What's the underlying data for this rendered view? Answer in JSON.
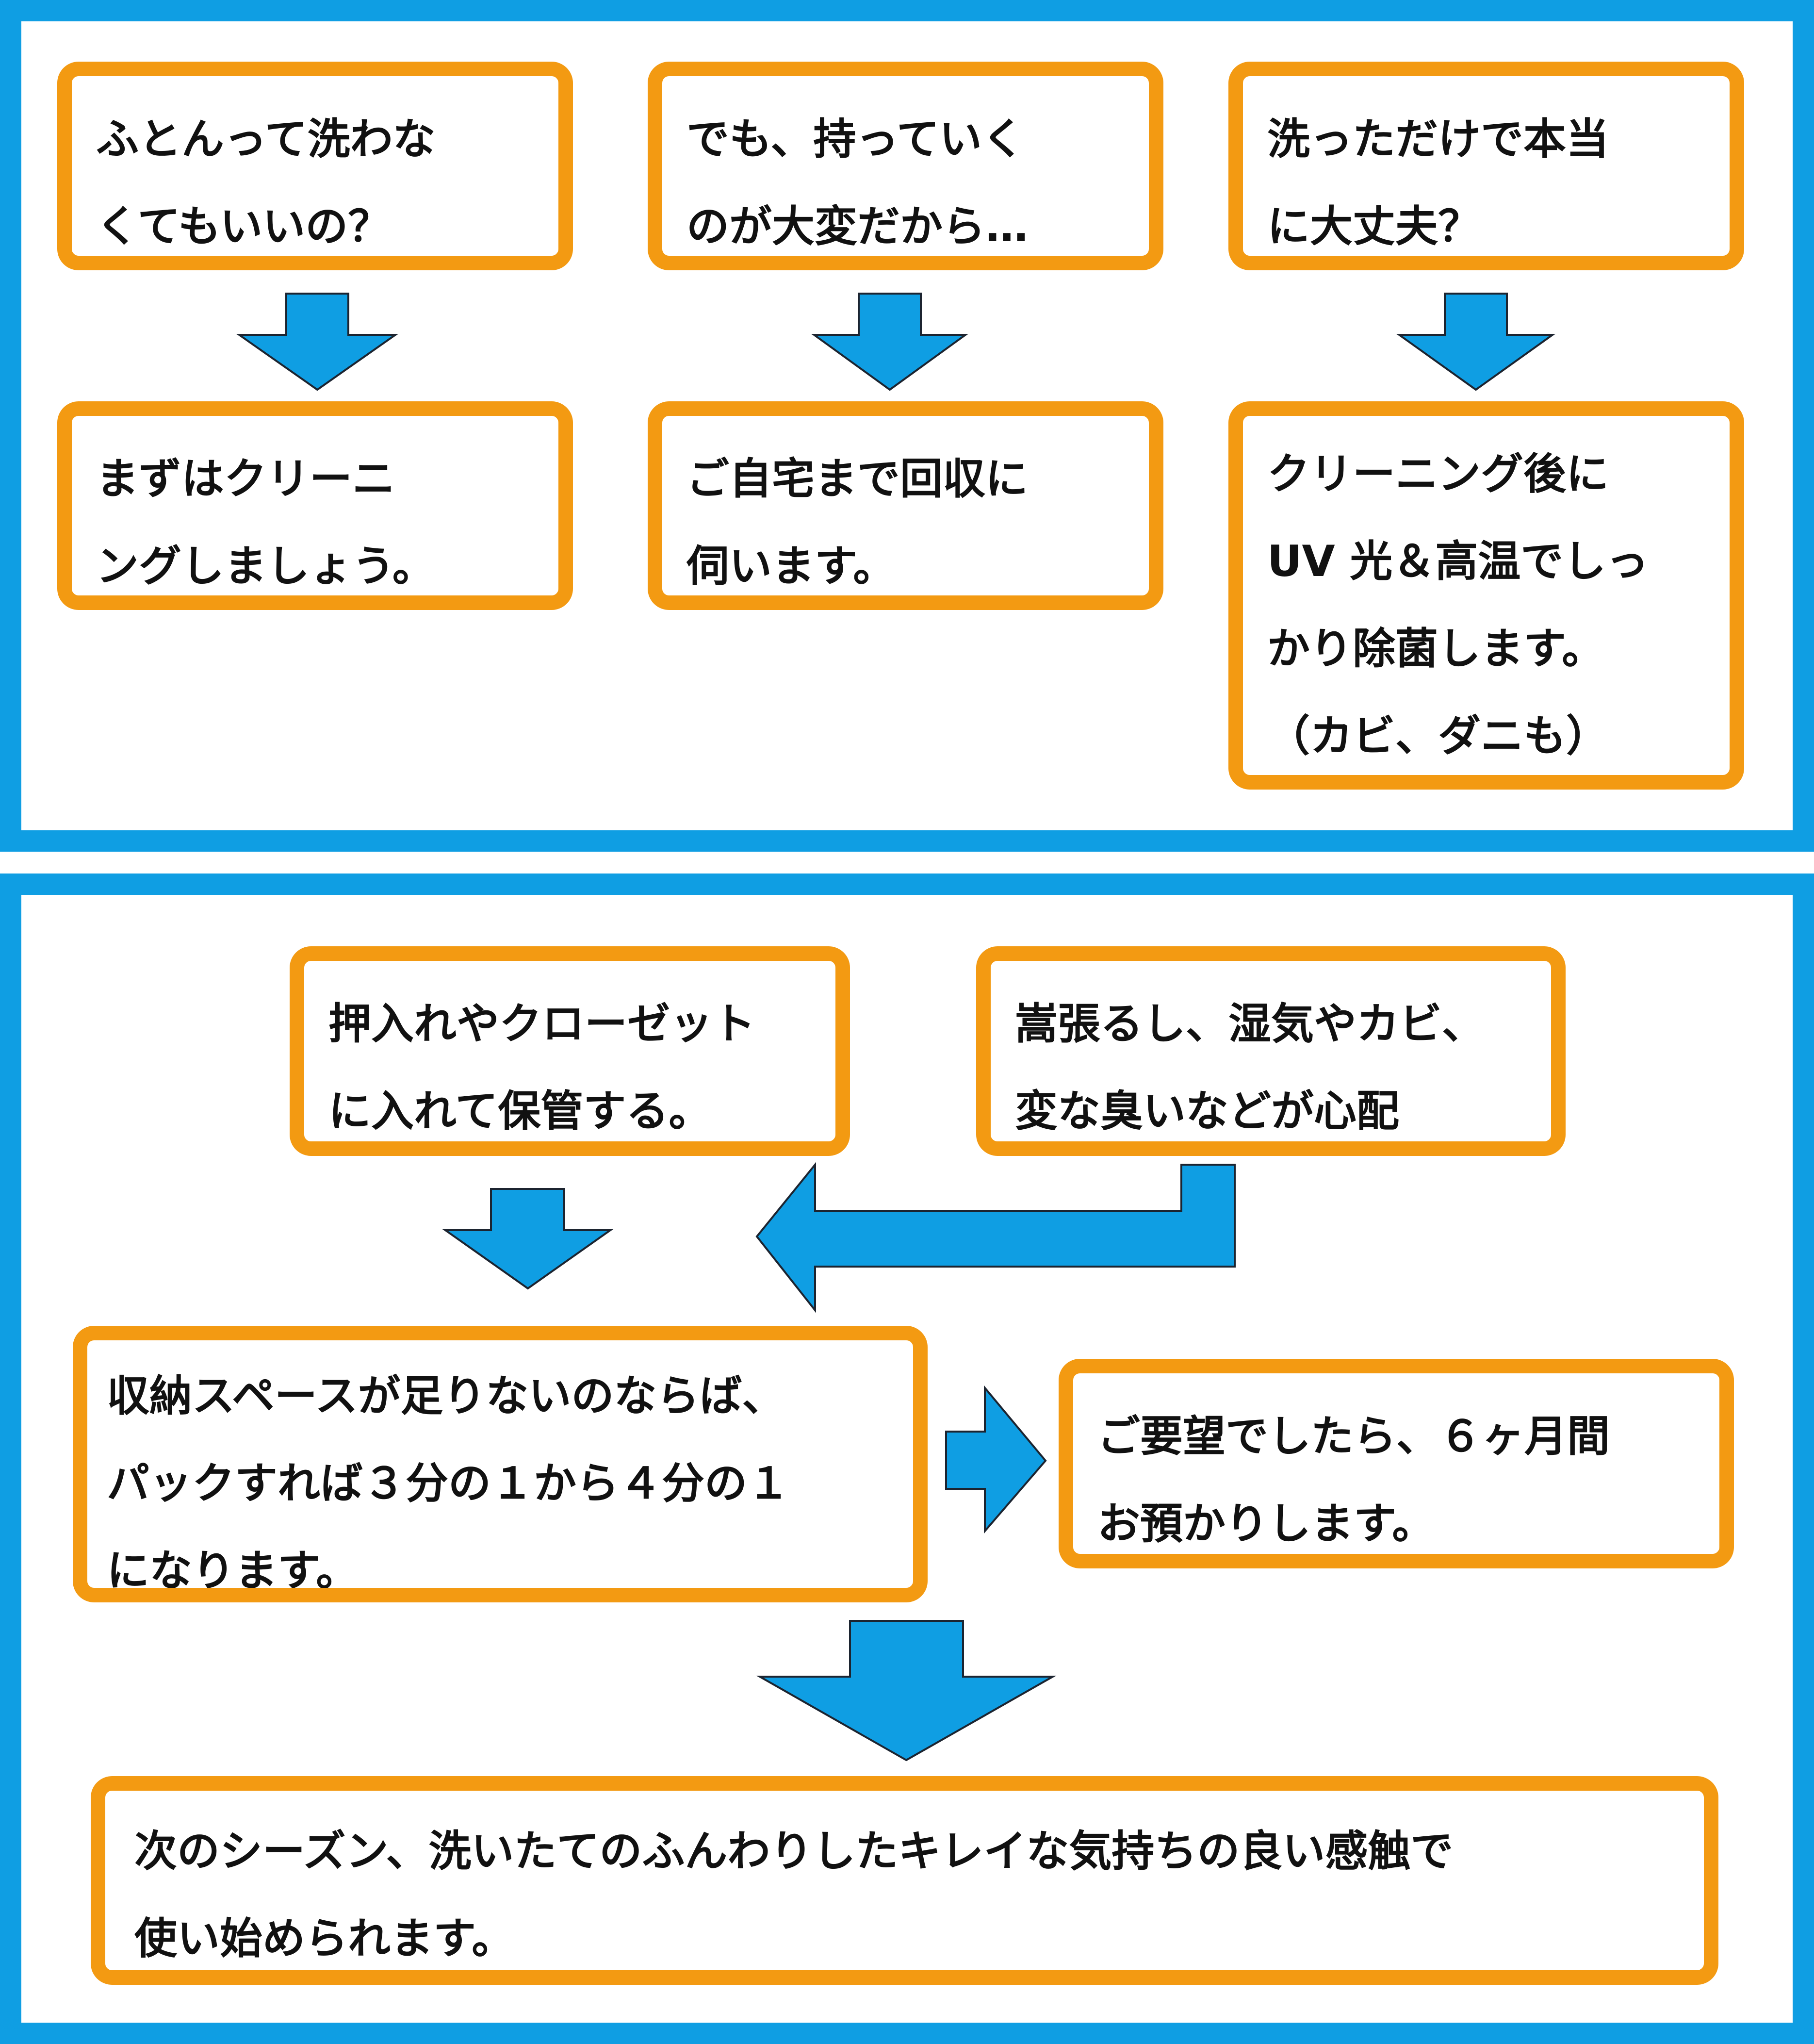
{
  "colors": {
    "frame": "#0f9ee3",
    "box_border": "#f39a12",
    "arrow": "#0f9ee3",
    "text": "#111111"
  },
  "top": {
    "col1": {
      "question": [
        "ふとんって洗わな",
        "くてもいいの？"
      ],
      "answer": [
        "まずはクリーニ",
        "ングしましょう。"
      ]
    },
    "col2": {
      "question": [
        "でも、持っていく",
        "のが大変だから…"
      ],
      "answer": [
        "ご自宅まで回収に",
        "伺います。"
      ]
    },
    "col3": {
      "question": [
        "洗っただけで本当",
        "に大丈夫？"
      ],
      "answer": [
        "クリーニング後に",
        "UV 光＆高温でしっ",
        "かり除菌します。",
        "（カビ、ダニも）"
      ]
    }
  },
  "bottom": {
    "storage": [
      "押入れやクローゼット",
      "に入れて保管する。"
    ],
    "concern": [
      "嵩張るし、湿気やカビ、",
      "変な臭いなどが心配"
    ],
    "pack": [
      "収納スペースが足りないのならば、",
      "パックすれば３分の１から４分の１",
      "になります。"
    ],
    "keep": [
      "ご要望でしたら、６ヶ月間",
      "お預かりします。"
    ],
    "result": [
      "次のシーズン、洗いたてのふんわりしたキレイな気持ちの良い感触で",
      "使い始められます。"
    ]
  }
}
